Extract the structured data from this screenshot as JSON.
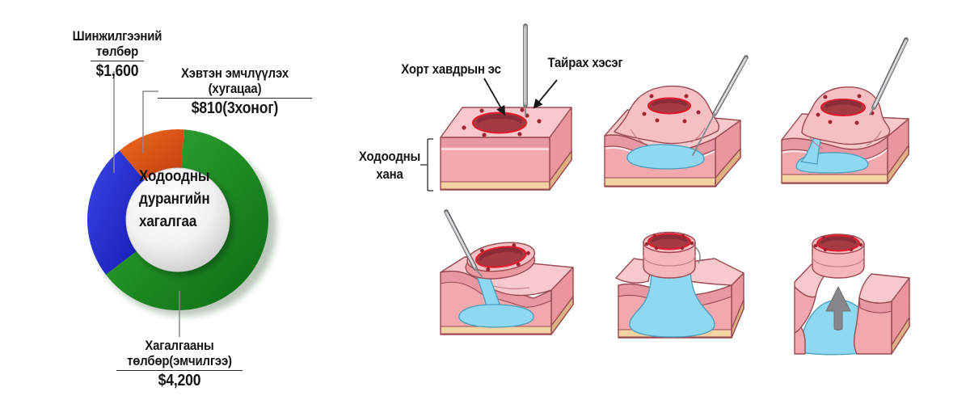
{
  "chart": {
    "center": {
      "line1": "Ходоодны",
      "line2": "дурангийн",
      "line3": "хагалгаа"
    },
    "labels": {
      "analysis": {
        "name": "Шинжилгээний төлбөр",
        "value": "$1,600"
      },
      "inpatient": {
        "name_line1": "Хэвтэн эмчлүүлэх",
        "name_line2": "(хугацаа)",
        "value": "$810(3хоног)"
      },
      "surgery": {
        "name": "Хагалгааны төлбөр(эмчилгээ)",
        "value": "$4,200"
      }
    },
    "colors": {
      "surgery": "#128c18",
      "analysis": "#2430d4",
      "inpatient": "#e05316"
    }
  },
  "chart_data": {
    "type": "pie",
    "subtype": "donut",
    "title": "Ходоодны дурангийн хагалгаа",
    "start_angle_deg": 4,
    "clockwise": true,
    "segments": [
      {
        "id": "surgery",
        "label": "Хагалгааны төлбөр(эмчилгээ)",
        "value": 4200,
        "display": "$4,200",
        "color": "#128c18"
      },
      {
        "id": "analysis",
        "label": "Шинжилгээний төлбөр",
        "value": 1600,
        "display": "$1,600",
        "color": "#2430d4"
      },
      {
        "id": "inpatient",
        "label": "Хэвтэн эмчлүүлэх (хугацаа)",
        "value": 810,
        "display": "$810(3хоног)",
        "color": "#e05316"
      }
    ]
  },
  "diagram": {
    "labels": {
      "cancer_cell": "Хорт хавдрын эс",
      "cut_section": "Тайрах хэсэг",
      "stomach_wall_line1": "Ходоодны",
      "stomach_wall_line2": "хана"
    },
    "colors": {
      "tissue": "#f1a9ae",
      "fluid": "#8ed8f2",
      "tumor": "#a53944"
    }
  }
}
